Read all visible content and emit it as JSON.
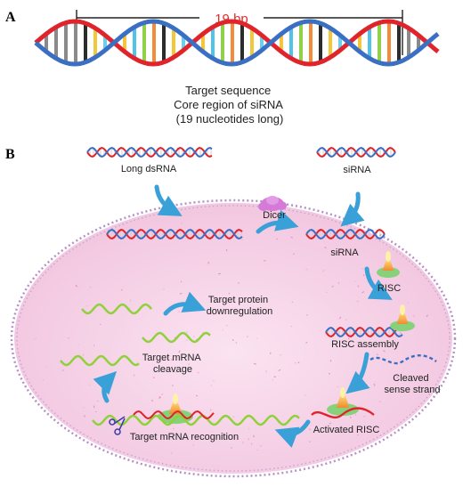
{
  "panel_a": {
    "letter": "A",
    "bp_label": "19 bp",
    "caption": [
      "Target sequence",
      "Core region of siRNA",
      "(19 nucleotides long)"
    ]
  },
  "panel_b": {
    "letter": "B",
    "labels": {
      "long_dsrna": "Long dsRNA",
      "sirna_top": "siRNA",
      "dicer": "Dicer",
      "sirna_mid": "siRNA",
      "risc": "RISC",
      "risc_assembly": "RISC assembly",
      "cleaved_sense": [
        "Cleaved",
        "sense strand"
      ],
      "activated_risc": "Activated RISC",
      "target_recognition": "Target mRNA recognition",
      "target_cleavage": [
        "Target mRNA",
        "cleavage"
      ],
      "protein_down": [
        "Target protein",
        "downregulation"
      ]
    }
  },
  "colors": {
    "strand_red": "#e0242b",
    "strand_blue": "#3a6fc4",
    "bp_red": "#e52a2a",
    "mrna_green": "#8ed13a",
    "arrow_blue": "#3aa0d8",
    "cell_pink": "#f7d6ea",
    "membrane": "#b890c8",
    "dicer": "#d57ad8",
    "risc_green": "#86d17a",
    "risc_orange": "#f3a14a"
  }
}
